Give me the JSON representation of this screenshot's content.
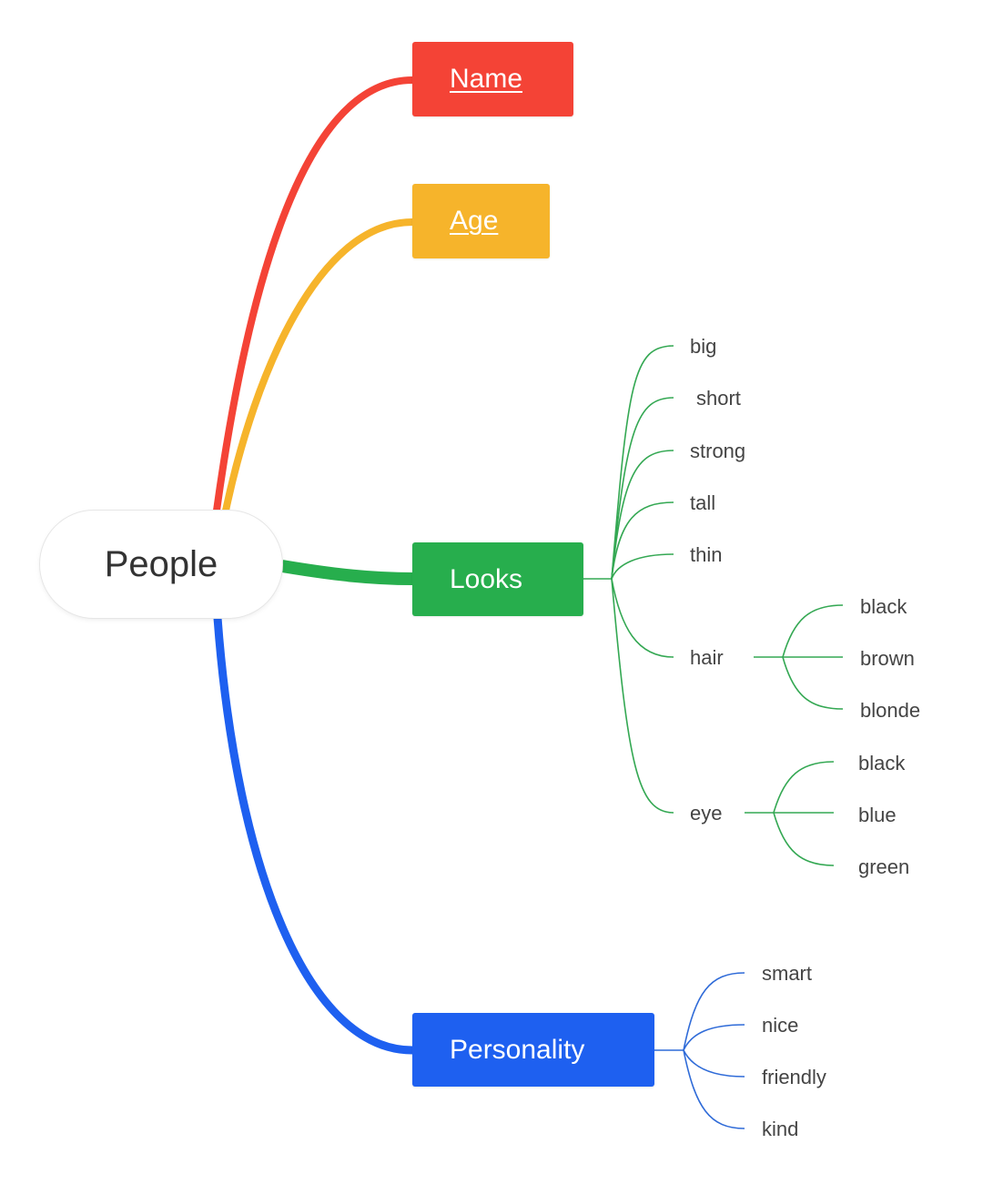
{
  "root": {
    "label": "People"
  },
  "colors": {
    "name": "#F44336",
    "age": "#F6B42B",
    "looks": "#27AE4D",
    "personality": "#1E60F0",
    "looks_lines": "#34A853",
    "personality_lines": "#2F6BD8",
    "root_text": "#333333",
    "leaf_text": "#444444"
  },
  "branches": {
    "name": {
      "label": "Name",
      "hyperlink": true
    },
    "age": {
      "label": "Age",
      "hyperlink": true
    },
    "looks": {
      "label": "Looks",
      "children": {
        "big": "big",
        "short": "short",
        "strong": "strong",
        "tall": "tall",
        "thin": "thin",
        "hair": {
          "label": "hair",
          "children": [
            "black",
            "brown",
            "blonde"
          ]
        },
        "eye": {
          "label": "eye",
          "children": [
            "black",
            "blue",
            "green"
          ]
        }
      }
    },
    "personality": {
      "label": "Personality",
      "children": [
        "smart",
        "nice",
        "friendly",
        "kind"
      ]
    }
  }
}
